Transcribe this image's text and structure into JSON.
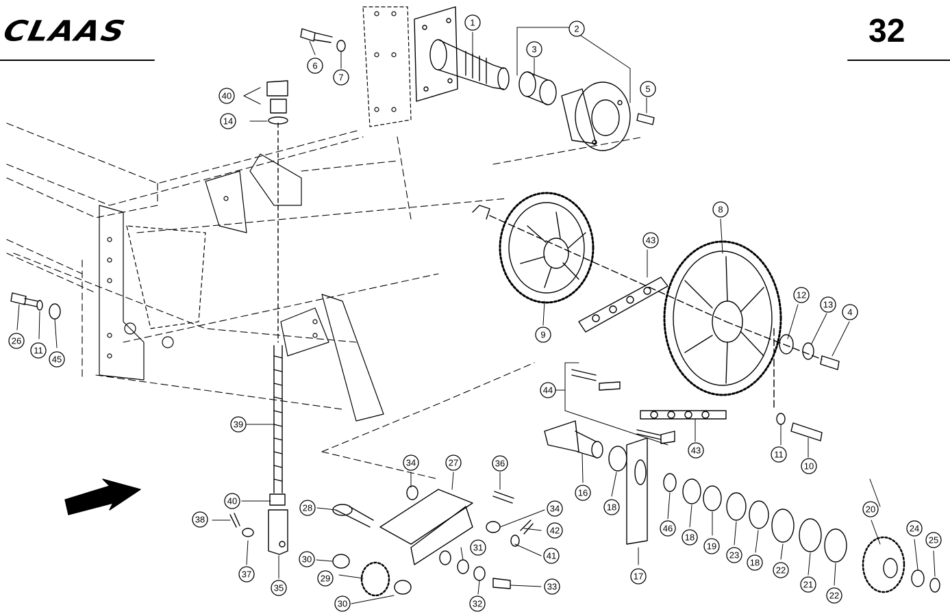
{
  "header": {
    "brand": "CLAAS",
    "page_number": "32"
  },
  "callouts": [
    {
      "id": "c1",
      "label": "1"
    },
    {
      "id": "c2",
      "label": "2"
    },
    {
      "id": "c3",
      "label": "3"
    },
    {
      "id": "c4",
      "label": "4"
    },
    {
      "id": "c5",
      "label": "5"
    },
    {
      "id": "c6",
      "label": "6"
    },
    {
      "id": "c7",
      "label": "7"
    },
    {
      "id": "c8",
      "label": "8"
    },
    {
      "id": "c9",
      "label": "9"
    },
    {
      "id": "c10",
      "label": "10"
    },
    {
      "id": "c11a",
      "label": "11"
    },
    {
      "id": "c11b",
      "label": "11"
    },
    {
      "id": "c12",
      "label": "12"
    },
    {
      "id": "c13",
      "label": "13"
    },
    {
      "id": "c14",
      "label": "14"
    },
    {
      "id": "c16",
      "label": "16"
    },
    {
      "id": "c17",
      "label": "17"
    },
    {
      "id": "c18a",
      "label": "18"
    },
    {
      "id": "c18b",
      "label": "18"
    },
    {
      "id": "c18c",
      "label": "18"
    },
    {
      "id": "c19",
      "label": "19"
    },
    {
      "id": "c20",
      "label": "20"
    },
    {
      "id": "c21",
      "label": "21"
    },
    {
      "id": "c22a",
      "label": "22"
    },
    {
      "id": "c22b",
      "label": "22"
    },
    {
      "id": "c23",
      "label": "23"
    },
    {
      "id": "c24",
      "label": "24"
    },
    {
      "id": "c25",
      "label": "25"
    },
    {
      "id": "c26",
      "label": "26"
    },
    {
      "id": "c27",
      "label": "27"
    },
    {
      "id": "c28",
      "label": "28"
    },
    {
      "id": "c29",
      "label": "29"
    },
    {
      "id": "c30a",
      "label": "30"
    },
    {
      "id": "c30b",
      "label": "30"
    },
    {
      "id": "c31",
      "label": "31"
    },
    {
      "id": "c32a",
      "label": "32"
    },
    {
      "id": "c32b",
      "label": "32"
    },
    {
      "id": "c33",
      "label": "33"
    },
    {
      "id": "c34a",
      "label": "34"
    },
    {
      "id": "c34b",
      "label": "34"
    },
    {
      "id": "c35",
      "label": "35"
    },
    {
      "id": "c36",
      "label": "36"
    },
    {
      "id": "c37",
      "label": "37"
    },
    {
      "id": "c38",
      "label": "38"
    },
    {
      "id": "c39",
      "label": "39"
    },
    {
      "id": "c40a",
      "label": "40"
    },
    {
      "id": "c40b",
      "label": "40"
    },
    {
      "id": "c41",
      "label": "41"
    },
    {
      "id": "c42",
      "label": "42"
    },
    {
      "id": "c43a",
      "label": "43"
    },
    {
      "id": "c43b",
      "label": "43"
    },
    {
      "id": "c44",
      "label": "44"
    },
    {
      "id": "c45",
      "label": "45"
    },
    {
      "id": "c46",
      "label": "46"
    }
  ]
}
